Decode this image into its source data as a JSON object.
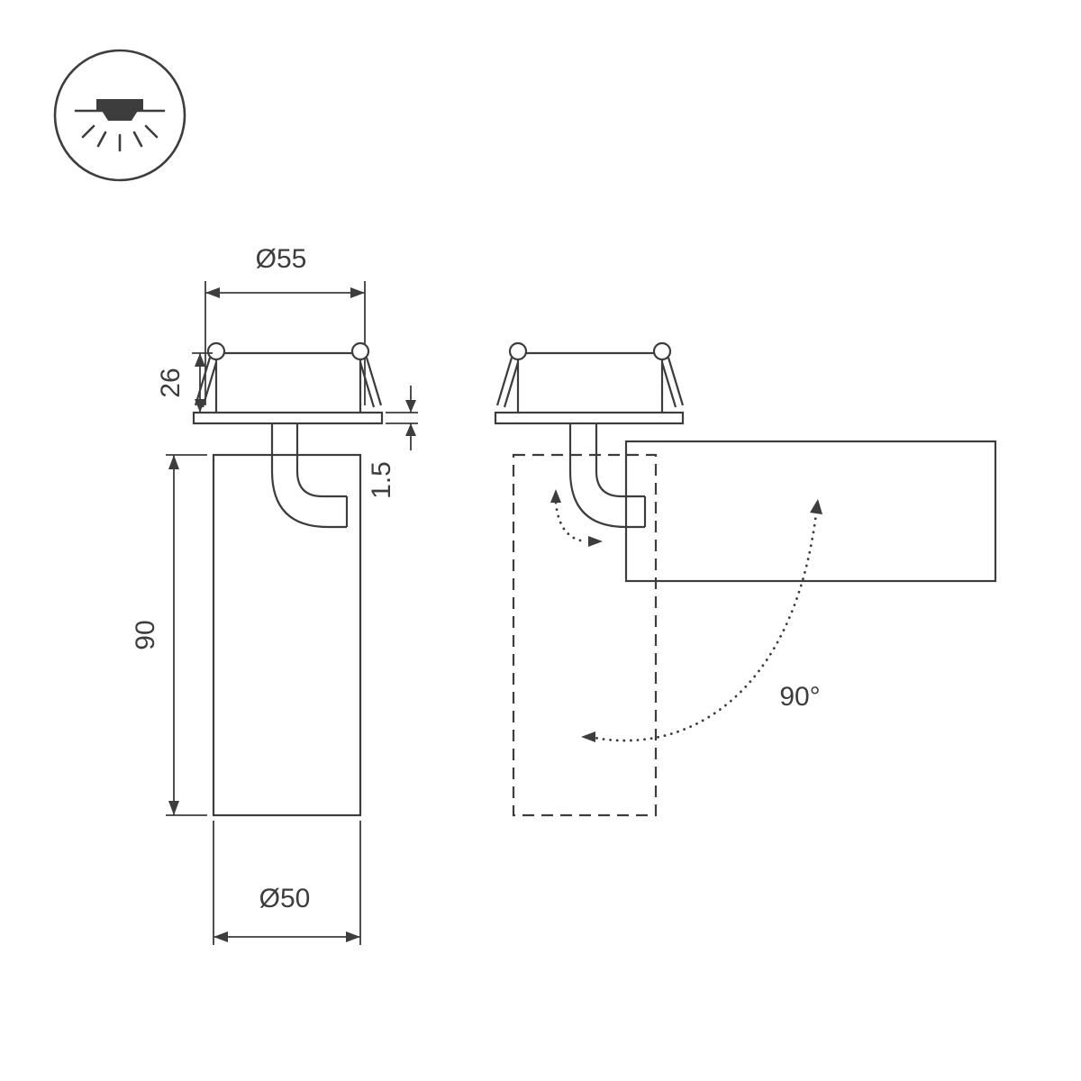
{
  "drawing": {
    "type": "technical-dimension-drawing",
    "icon": "recessed-downlight",
    "line_color": "#3d3d3d",
    "background_color": "#ffffff",
    "labels": {
      "top_diameter": "Ø55",
      "recess_height": "26",
      "flange_thickness": "1.5",
      "body_height": "90",
      "body_diameter": "Ø50",
      "rotation_angle": "90°"
    }
  }
}
